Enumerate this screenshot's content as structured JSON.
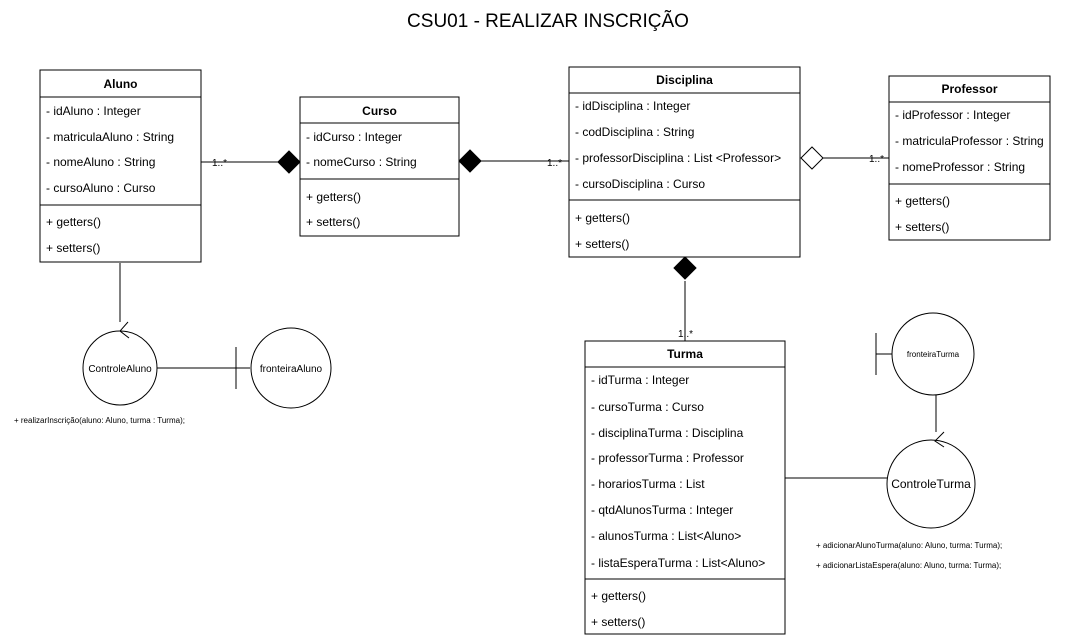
{
  "title": "CSU01 - REALIZAR INSCRIÇÃO",
  "classes": {
    "aluno": {
      "name": "Aluno",
      "attributes": [
        "- idAluno : Integer",
        "- matriculaAluno : String",
        "- nomeAluno : String",
        "- cursoAluno : Curso"
      ],
      "methods": [
        "+ getters()",
        "+ setters()"
      ]
    },
    "curso": {
      "name": "Curso",
      "attributes": [
        "- idCurso : Integer",
        "- nomeCurso : String"
      ],
      "methods": [
        "+ getters()",
        "+ setters()"
      ]
    },
    "disciplina": {
      "name": "Disciplina",
      "attributes": [
        "- idDisciplina : Integer",
        "- codDisciplina : String",
        "- professorDisciplina : List <Professor>",
        "- cursoDisciplina : Curso"
      ],
      "methods": [
        "+ getters()",
        "+ setters()"
      ]
    },
    "professor": {
      "name": "Professor",
      "attributes": [
        "- idProfessor : Integer",
        "- matriculaProfessor : String",
        "- nomeProfessor : String"
      ],
      "methods": [
        "+ getters()",
        "+ setters()"
      ]
    },
    "turma": {
      "name": "Turma",
      "attributes": [
        "- idTurma : Integer",
        "- cursoTurma : Curso",
        "- disciplinaTurma : Disciplina",
        "- professorTurma : Professor",
        "- horariosTurma : List",
        "- qtdAlunosTurma : Integer",
        "- alunosTurma : List<Aluno>",
        "- listaEsperaTurma : List<Aluno>"
      ],
      "methods": [
        "+ getters()",
        "+ setters()"
      ]
    }
  },
  "multiplicities": {
    "aluno_curso": "1..*",
    "curso_disciplina": "1..*",
    "disciplina_professor": "1..*",
    "disciplina_turma": "1..*"
  },
  "controls": {
    "controle_aluno": "ControleAluno",
    "controle_turma": "ControleTurma"
  },
  "boundaries": {
    "fronteira_aluno": "fronteiraAluno",
    "fronteira_turma": "fronteiraTurma"
  },
  "operations": {
    "controle_aluno": [
      "+ realizarInscrição(aluno: Aluno, turma : Turma);"
    ],
    "controle_turma": [
      "+ adicionarAlunoTurma(aluno: Aluno, turma: Turma);",
      "+ adicionarListaEspera(aluno: Aluno, turma: Turma);"
    ]
  }
}
